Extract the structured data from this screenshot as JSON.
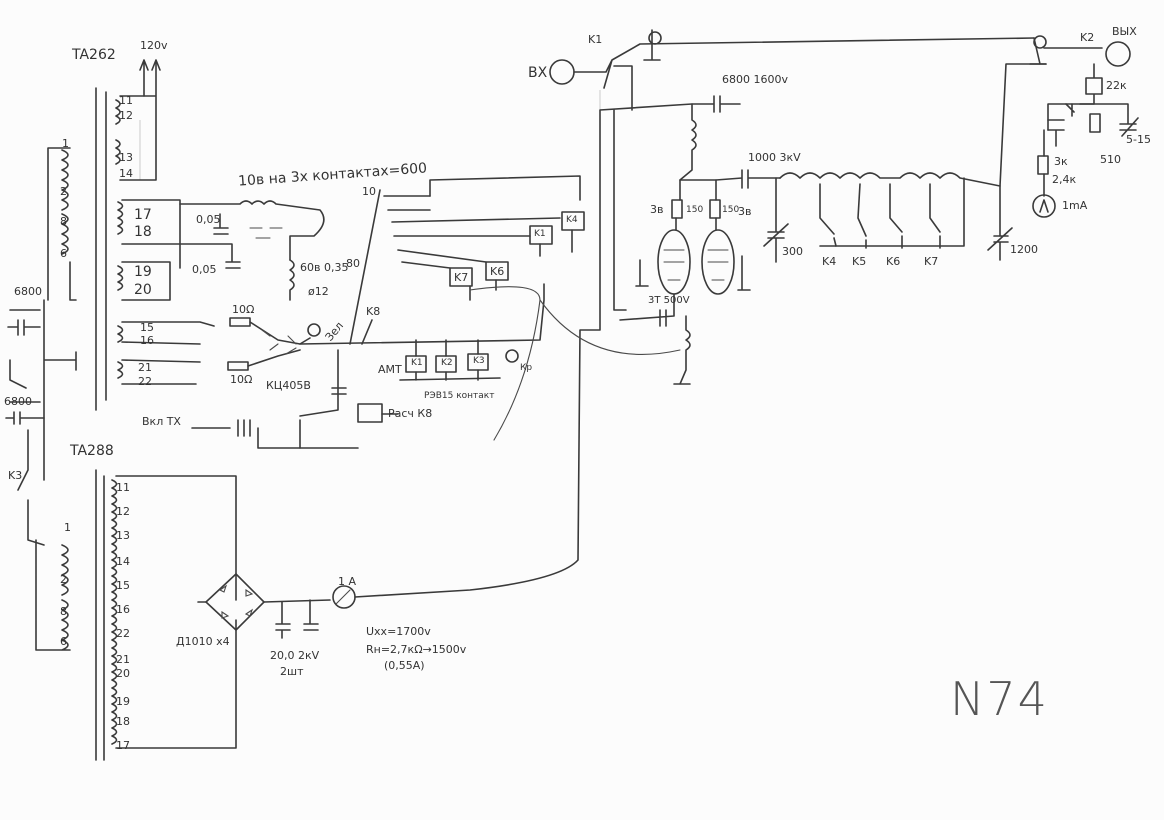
{
  "transformer_top": {
    "name": "TA262",
    "voltage": "120v"
  },
  "transformer_bottom": {
    "name": "TA288"
  },
  "windings_top": [
    "11",
    "12",
    "13",
    "14",
    "17",
    "18",
    "19",
    "20",
    "15",
    "16",
    "21",
    "22"
  ],
  "primary_top": [
    "1",
    "2",
    "8",
    "6"
  ],
  "primary_bottom": [
    "1",
    "2",
    "8",
    "6"
  ],
  "windings_bottom": [
    "11",
    "12",
    "13",
    "14",
    "15",
    "16",
    "22",
    "21",
    "20",
    "19",
    "18",
    "17"
  ],
  "caps": {
    "c_6800_a": "6800",
    "c_6800_b": "6800"
  },
  "relays": {
    "k3": "K3",
    "k1": "K1",
    "k2": "K2",
    "k7": "K7",
    "k6": "K6",
    "k4": "K4",
    "k8": "K8",
    "k_small": [
      "K1",
      "K2",
      "K3"
    ],
    "k_out": [
      "K4",
      "K5",
      "K6",
      "K7"
    ]
  },
  "labels": {
    "filament_note": "10в на 3х контактах=600",
    "pos_10": "10",
    "pos_80": "80",
    "l_60v": "60в 0,35",
    "l_12": "ø12",
    "c_005a": "0,05",
    "c_005b": "0,05",
    "r_10a": "10Ω",
    "r_10b": "10Ω",
    "diode": "КЦ405В",
    "zel": "Зел",
    "amt": "АМТ",
    "relays_note": "РЭВ15 контакт",
    "rx_tx": "Вкл ТХ",
    "rasch": "Расч К8",
    "bridge": "Д1010 х4",
    "caps_hv": "20,0 2кV",
    "caps_hv2": "2шт",
    "meter": "1 А",
    "uxx": "Uхх=1700v",
    "rn": "Rн=2,7кΩ→1500v",
    "amp": "(0,55А)",
    "vx": "ВХ",
    "vyh": "ВЫХ",
    "c_6800_1600": "6800 1600v",
    "c_1000_3kv": "1000 3кV",
    "v3_a": "3в",
    "v3_b": "3в",
    "r_150a": "150",
    "r_150b": "150",
    "c_3t_500": "3Т 500V",
    "c_300": "300",
    "c_1200": "1200",
    "r_22k": "22к",
    "r_510": "510",
    "c_5_15": "5-15",
    "r_24k": "2,4к",
    "r_3k": "3к",
    "meter2": "1mA",
    "sheet_no": "N74"
  }
}
